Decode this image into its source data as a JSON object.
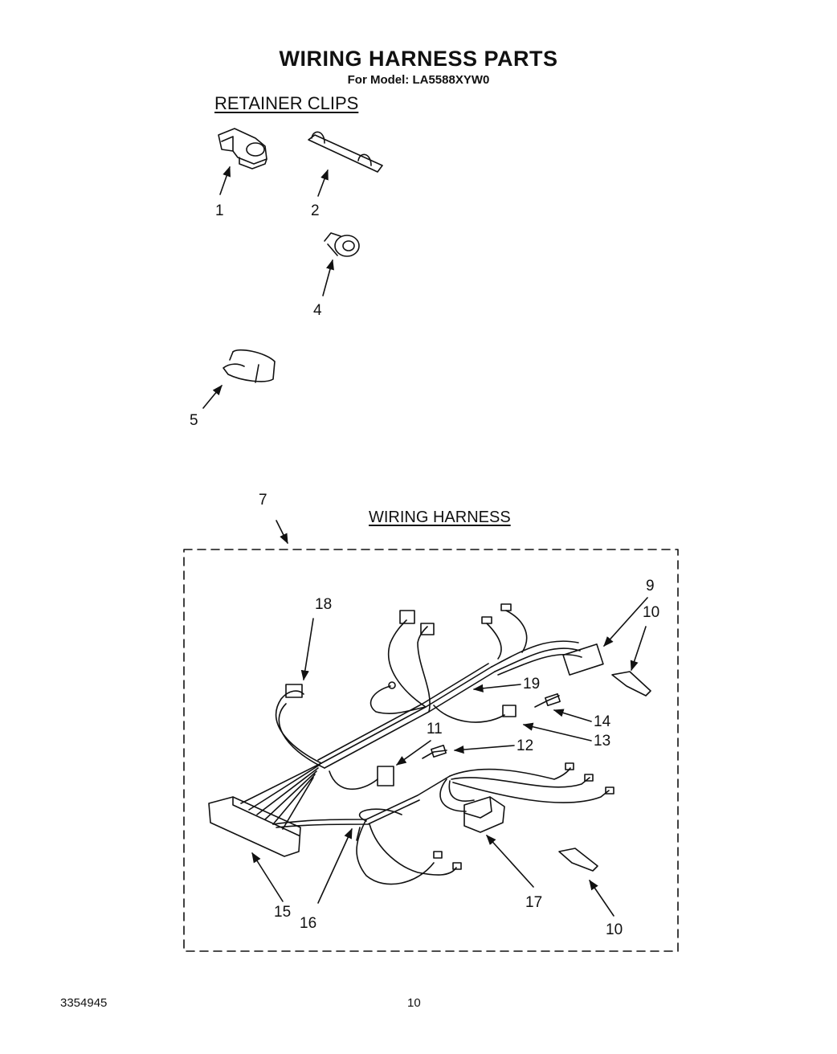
{
  "title": "WIRING HARNESS PARTS",
  "subtitle": "For Model: LA5588XYW0",
  "sections": {
    "retainer_clips": "RETAINER CLIPS",
    "wiring_harness": "WIRING HARNESS"
  },
  "callouts": {
    "c1": "1",
    "c2": "2",
    "c4": "4",
    "c5": "5",
    "c7": "7",
    "c9": "9",
    "c10a": "10",
    "c10b": "10",
    "c11": "11",
    "c12": "12",
    "c13": "13",
    "c14": "14",
    "c15": "15",
    "c16": "16",
    "c17": "17",
    "c18": "18",
    "c19": "19"
  },
  "footer": {
    "doc_number": "3354945",
    "page_number": "10"
  }
}
